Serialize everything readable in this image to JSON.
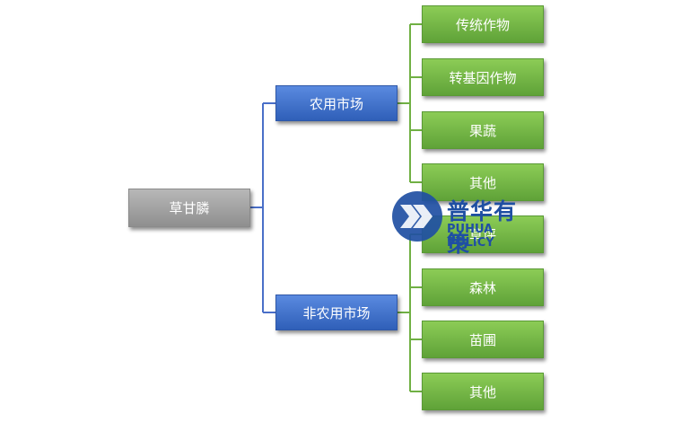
{
  "diagram": {
    "root": {
      "label": "草甘膦"
    },
    "branches": [
      {
        "label": "农用市场",
        "children": [
          "传统作物",
          "转基因作物",
          "果蔬",
          "其他"
        ]
      },
      {
        "label": "非农用市场",
        "children": [
          "草坪",
          "森林",
          "苗圃",
          "其他"
        ]
      }
    ]
  },
  "watermark": {
    "name_cn": "普华有策",
    "name_en": "PUHUA POLICY",
    "icon": "chevron-logo-icon"
  },
  "colors": {
    "root_fill": "#a6a6a6",
    "branch_fill": "#3f6fcf",
    "leaf_fill": "#70b044",
    "branch_connector": "#4a6fc8",
    "leaf_connector": "#70b044",
    "watermark": "#1f4fa3"
  }
}
